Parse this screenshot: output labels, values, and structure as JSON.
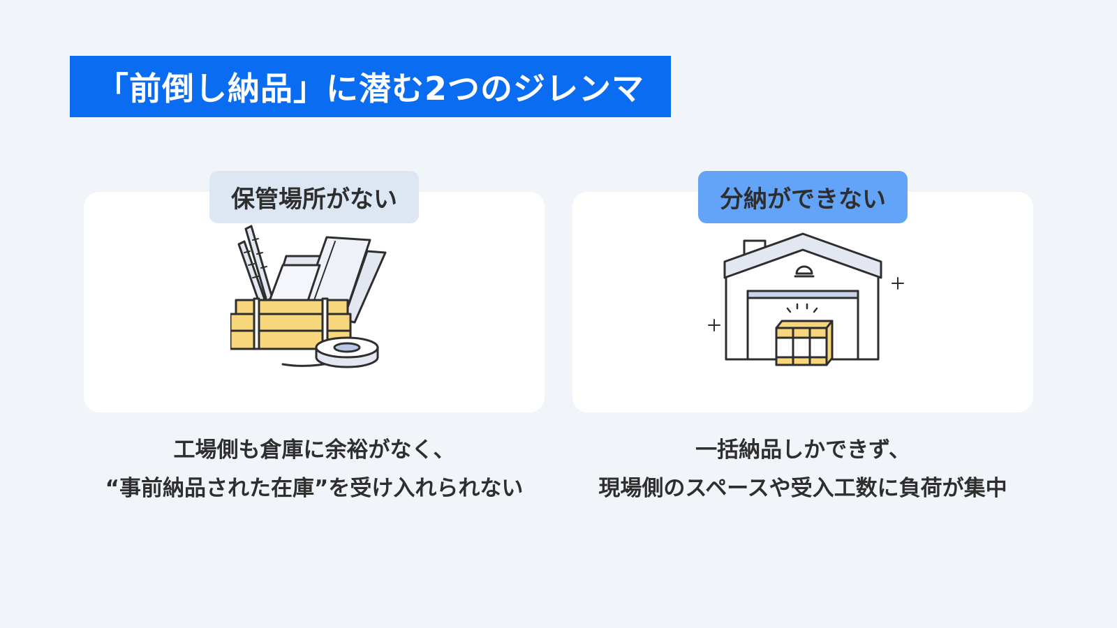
{
  "title": "「前倒し納品」に潜む2つのジレンマ",
  "dilemmas": [
    {
      "tag": "保管場所がない",
      "icon": "cramped-storage-boxes-icon",
      "description_line1": "工場側も倉庫に余裕がなく、",
      "description_line2": "“事前納品された在庫”を受け入れられない"
    },
    {
      "tag": "分納ができない",
      "icon": "warehouse-icon",
      "description_line1": "一括納品しかできず、",
      "description_line2": "現場側のスペースや受入工数に負荷が集中"
    }
  ],
  "colors": {
    "title_bg": "#0a6cf0",
    "tag_left_bg": "#dde6f3",
    "tag_right_bg": "#63a4f8",
    "box_fill": "#f8d67c",
    "background": "#f1f5fa"
  }
}
